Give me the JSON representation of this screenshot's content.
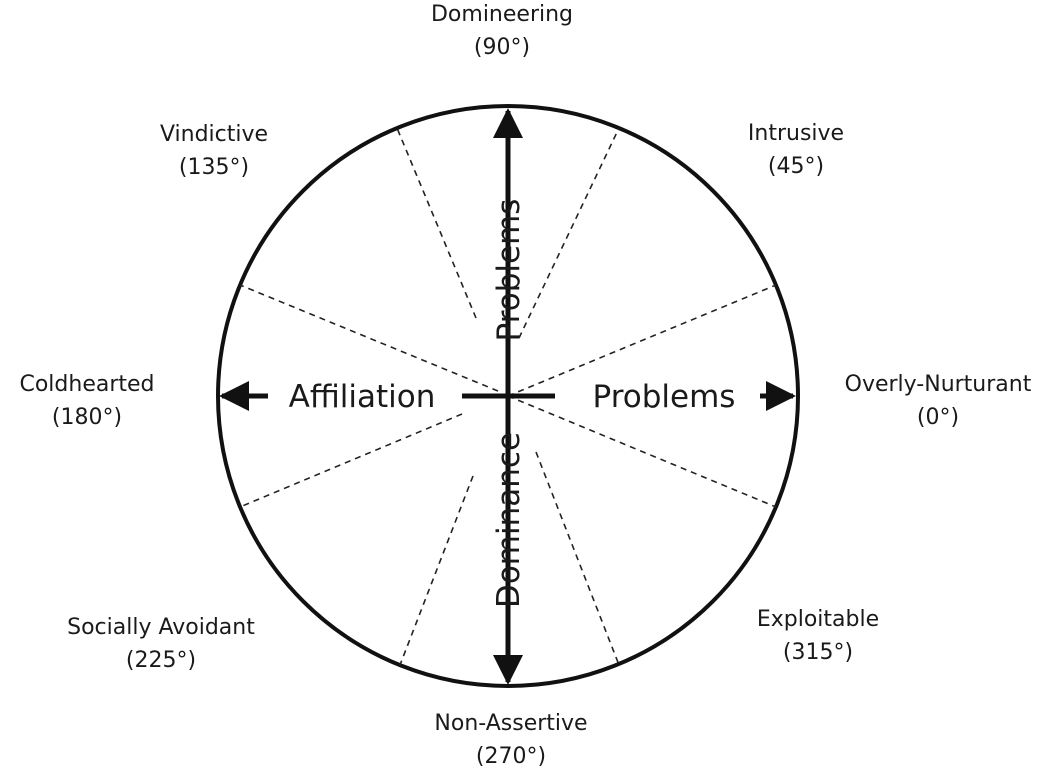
{
  "octants": [
    {
      "key": "domineering",
      "name": "Domineering",
      "angle_label": "(90°)"
    },
    {
      "key": "intrusive",
      "name": "Intrusive",
      "angle_label": "(45°)"
    },
    {
      "key": "overly-nurturant",
      "name": "Overly-Nurturant",
      "angle_label": "(0°)"
    },
    {
      "key": "exploitable",
      "name": "Exploitable",
      "angle_label": "(315°)"
    },
    {
      "key": "non-assertive",
      "name": "Non-Assertive",
      "angle_label": "(270°)"
    },
    {
      "key": "socially-avoidant",
      "name": "Socially Avoidant",
      "angle_label": "(225°)"
    },
    {
      "key": "coldhearted",
      "name": "Coldhearted",
      "angle_label": "(180°)"
    },
    {
      "key": "vindictive",
      "name": "Vindictive",
      "angle_label": "(135°)"
    }
  ],
  "axes": {
    "horizontal_left": "Affiliation",
    "horizontal_right": "Problems",
    "vertical_top": "Problems",
    "vertical_bottom": "Dominance"
  }
}
